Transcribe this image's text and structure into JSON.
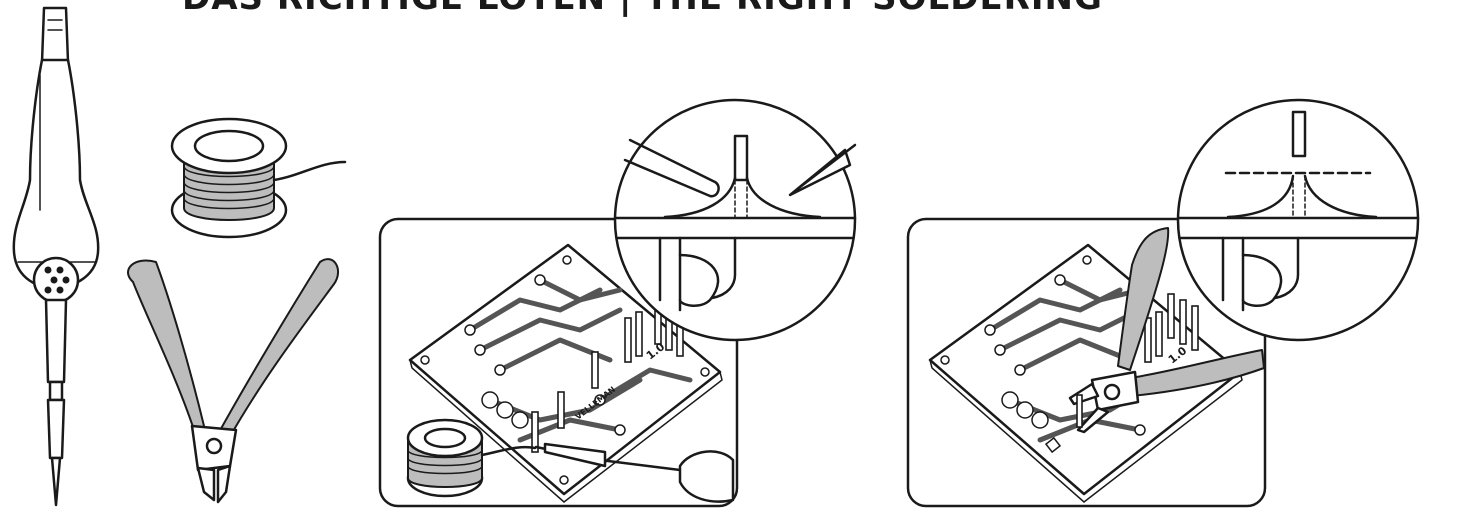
{
  "title": "DAS RICHTIGE LÖTEN | THE RIGHT SOLDERING",
  "pcb_label": "VELLEMAN",
  "pcb_version": "1.0",
  "icons": [
    "soldering-iron-icon",
    "solder-spool-icon",
    "side-cutter-icon",
    "pcb-soldering-icon",
    "pcb-cutting-icon"
  ]
}
